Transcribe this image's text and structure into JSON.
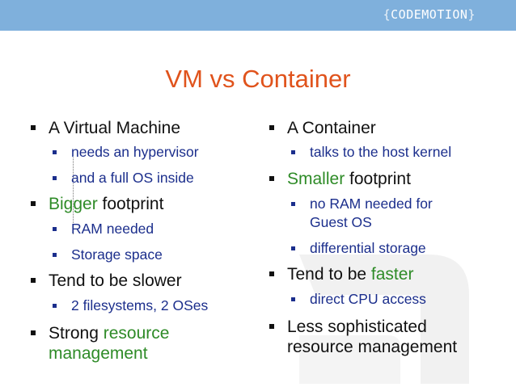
{
  "header": {
    "logo_open": "{",
    "logo_text": "CODEMOTION",
    "logo_close": "}"
  },
  "title": "VM vs Container",
  "left": {
    "vm": "A Virtual Machine",
    "vm_sub1": "needs an hypervisor",
    "vm_sub2": "and a full OS inside",
    "bigger_a": "Bigger",
    "bigger_b": " footprint",
    "fp_sub1": "RAM needed",
    "fp_sub2": "Storage space",
    "slower": "Tend to be slower",
    "slower_sub": "2 filesystems, 2 OSes",
    "strong_a": "Strong ",
    "strong_b": "resource management"
  },
  "right": {
    "container": "A Container",
    "container_sub": "talks to the host kernel",
    "smaller_a": "Smaller",
    "smaller_b": " footprint",
    "sm_sub1": "no RAM needed for Guest OS",
    "sm_sub2": "differential storage",
    "faster_a": "Tend to be ",
    "faster_b": "faster",
    "faster_sub": "direct CPU access",
    "less": "Less sophisticated resource management"
  },
  "colors": {
    "title": "#e0531c",
    "accent_green": "#2e8b27",
    "sub_blue": "#1b2e8c",
    "topbar": "#7fb0dc"
  }
}
